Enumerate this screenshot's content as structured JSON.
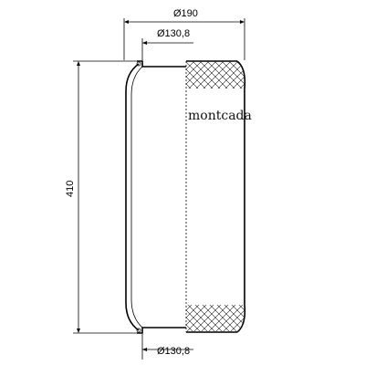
{
  "dimensions": {
    "outer_diameter": "Ø190",
    "top_plate_diameter": "Ø130,8",
    "bottom_plate_diameter": "Ø130,8",
    "height": "410"
  },
  "brand_label": "montcada"
}
